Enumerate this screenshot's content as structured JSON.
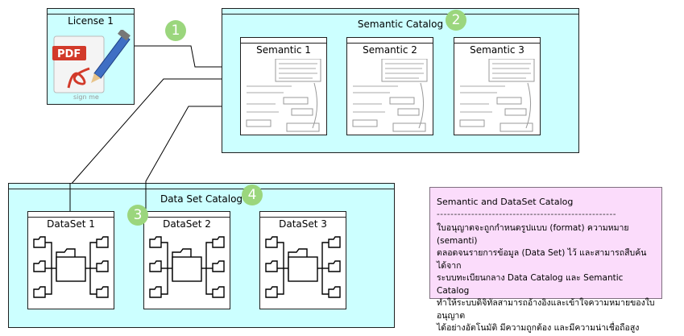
{
  "license": {
    "title": "License 1",
    "pdf_label": "PDF",
    "sign_label": "sign me"
  },
  "semantic_catalog": {
    "title": "Semantic Catalog",
    "items": [
      {
        "title": "Semantic 1"
      },
      {
        "title": "Semantic 2"
      },
      {
        "title": "Semantic 3"
      }
    ]
  },
  "dataset_catalog": {
    "title": "Data Set Catalog",
    "items": [
      {
        "title": "DataSet 1"
      },
      {
        "title": "DataSet 2"
      },
      {
        "title": "DataSet 3"
      }
    ]
  },
  "badges": [
    "1",
    "2",
    "3",
    "4"
  ],
  "note": {
    "heading": "Semantic and DataSet Catalog",
    "divider": "----------------------------------------------------",
    "lines": [
      "ใบอนุญาตจะถูกกำหนดรูปแบบ (format) ความหมาย (semanti)",
      "ตลอดจนรายการข้อมูล (Data Set) ไว้ และสามารถสืบค้นได้จาก",
      "ระบบทะเบียนกลาง Data Catalog และ Semantic Catalog",
      "ทำให้ระบบดิจิทัลสามารถอ้างอิงและเข้าใจความหมายของใบอนุญาต",
      "ได้อย่างอัตโนมัติ มีความถูกต้อง และมีความน่าเชื่อถือสูง"
    ]
  },
  "colors": {
    "frame_fill": "#ccffff",
    "badge": "#9bd67d",
    "note_fill": "#fbdcfb",
    "pdf_red": "#d23a2a"
  }
}
